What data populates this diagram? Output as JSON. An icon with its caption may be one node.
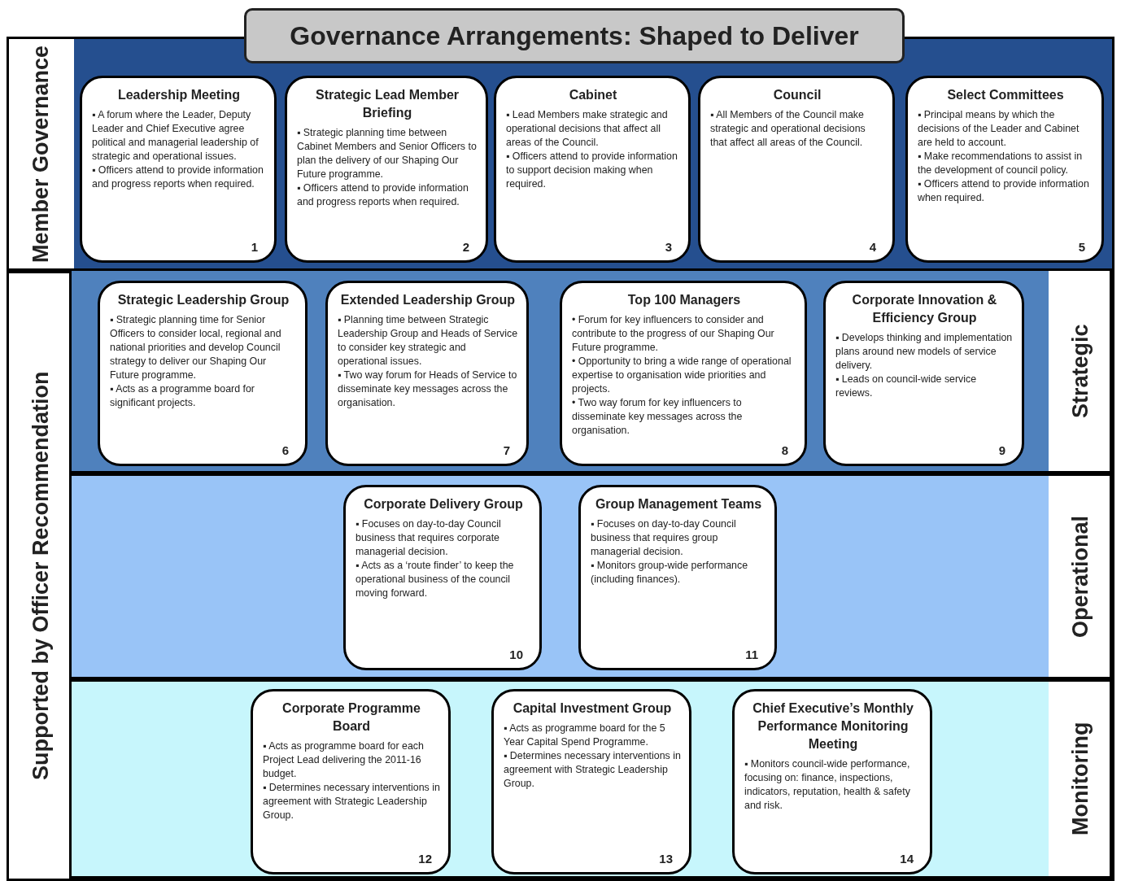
{
  "diagram": {
    "title": "Governance Arrangements: Shaped to Deliver",
    "nodes": [
      {
        "text": [
          "Member Governance"
        ]
      },
      {
        "text": [
          "Leadership Meeting",
          "▪ A forum where the Leader, Deputy Leader and Chief Executive agree political and managerial leadership of strategic and operational issues.",
          "▪ Officers attend to provide information and progress reports when required.",
          "1"
        ],
        "in": 0
      },
      {
        "text": [
          "Strategic Lead Member Briefing",
          "▪ Strategic planning time between Cabinet Members and Senior Officers to plan the delivery of our Shaping Our Future programme.",
          "▪ Officers attend to provide information and progress reports when required.",
          "2"
        ],
        "in": 0
      },
      {
        "text": [
          "Cabinet",
          "▪ Lead Members make strategic and operational decisions that affect all areas of the Council.",
          "▪ Officers attend to provide information to support decision making when required.",
          "3"
        ],
        "in": 0
      },
      {
        "text": [
          "Council",
          "▪ All Members of the Council make strategic and operational decisions that affect all areas of the Council.",
          "4"
        ],
        "in": 0
      },
      {
        "text": [
          "Select Committees",
          "▪ Principal means by which the decisions of the Leader and Cabinet are held to account.",
          "▪ Make recommendations to assist in the development of council policy.",
          "▪ Officers attend to provide information when required.",
          "5"
        ],
        "in": 0
      },
      {
        "text": [
          "Supported by Officer Recommendation"
        ]
      },
      {
        "text": [
          "Strategic"
        ],
        "in": 6
      },
      {
        "text": [
          "Strategic Leadership Group",
          "▪ Strategic planning time for Senior Officers to consider local, regional and national priorities and develop Council strategy to deliver our Shaping Our Future programme.",
          "▪ Acts as a programme board for significant projects.",
          "6"
        ],
        "in": 7
      },
      {
        "text": [
          "Extended Leadership Group",
          "▪ Planning time between Strategic Leadership Group and Heads of Service to consider key strategic and operational issues.",
          "▪ Two way forum for Heads of Service to disseminate key messages across the organisation.",
          "7"
        ],
        "in": 7
      },
      {
        "text": [
          "Top 100 Managers",
          "• Forum for key influencers to consider and contribute to the progress of our Shaping Our Future programme.",
          "• Opportunity to bring a wide range of operational expertise to organisation wide priorities and projects.",
          "• Two way forum for key influencers to disseminate key messages across the organisation.",
          "8"
        ],
        "in": 7
      },
      {
        "text": [
          "Corporate Innovation & Efficiency Group",
          "▪ Develops thinking and implementation plans around new models of service delivery.",
          "▪ Leads on council-wide service reviews.",
          "9"
        ],
        "in": 7
      },
      {
        "text": [
          "Operational"
        ],
        "in": 6
      },
      {
        "text": [
          "Corporate Delivery Group",
          "▪ Focuses on day-to-day Council business that requires corporate managerial decision.",
          "▪ Acts as a ‘route finder’ to keep the operational business of the council moving forward.",
          "10"
        ],
        "in": 12
      },
      {
        "text": [
          "Group Management Teams",
          "▪ Focuses on day-to-day Council business that requires group managerial decision.",
          "▪ Monitors group-wide performance (including finances).",
          "11"
        ],
        "in": 12
      },
      {
        "text": [
          "Monitoring"
        ],
        "in": 6
      },
      {
        "text": [
          "Corporate Programme Board",
          "▪ Acts as programme board for each Project Lead delivering the 2011-16 budget.",
          "▪ Determines necessary interventions in agreement with Strategic Leadership Group.",
          "12"
        ],
        "in": 15
      },
      {
        "text": [
          "Capital Investment Group",
          "▪ Acts as programme board for the 5 Year Capital Spend Programme.",
          "▪ Determines necessary interventions in agreement with Strategic Leadership Group.",
          "13"
        ],
        "in": 15
      },
      {
        "text": [
          "Chief Executive’s Monthly Performance Monitoring Meeting",
          "▪ Monitors council-wide performance, focusing on: finance, inspections, indicators, reputation, health & safety and risk.",
          "14"
        ],
        "in": 15
      }
    ],
    "edges": []
  }
}
